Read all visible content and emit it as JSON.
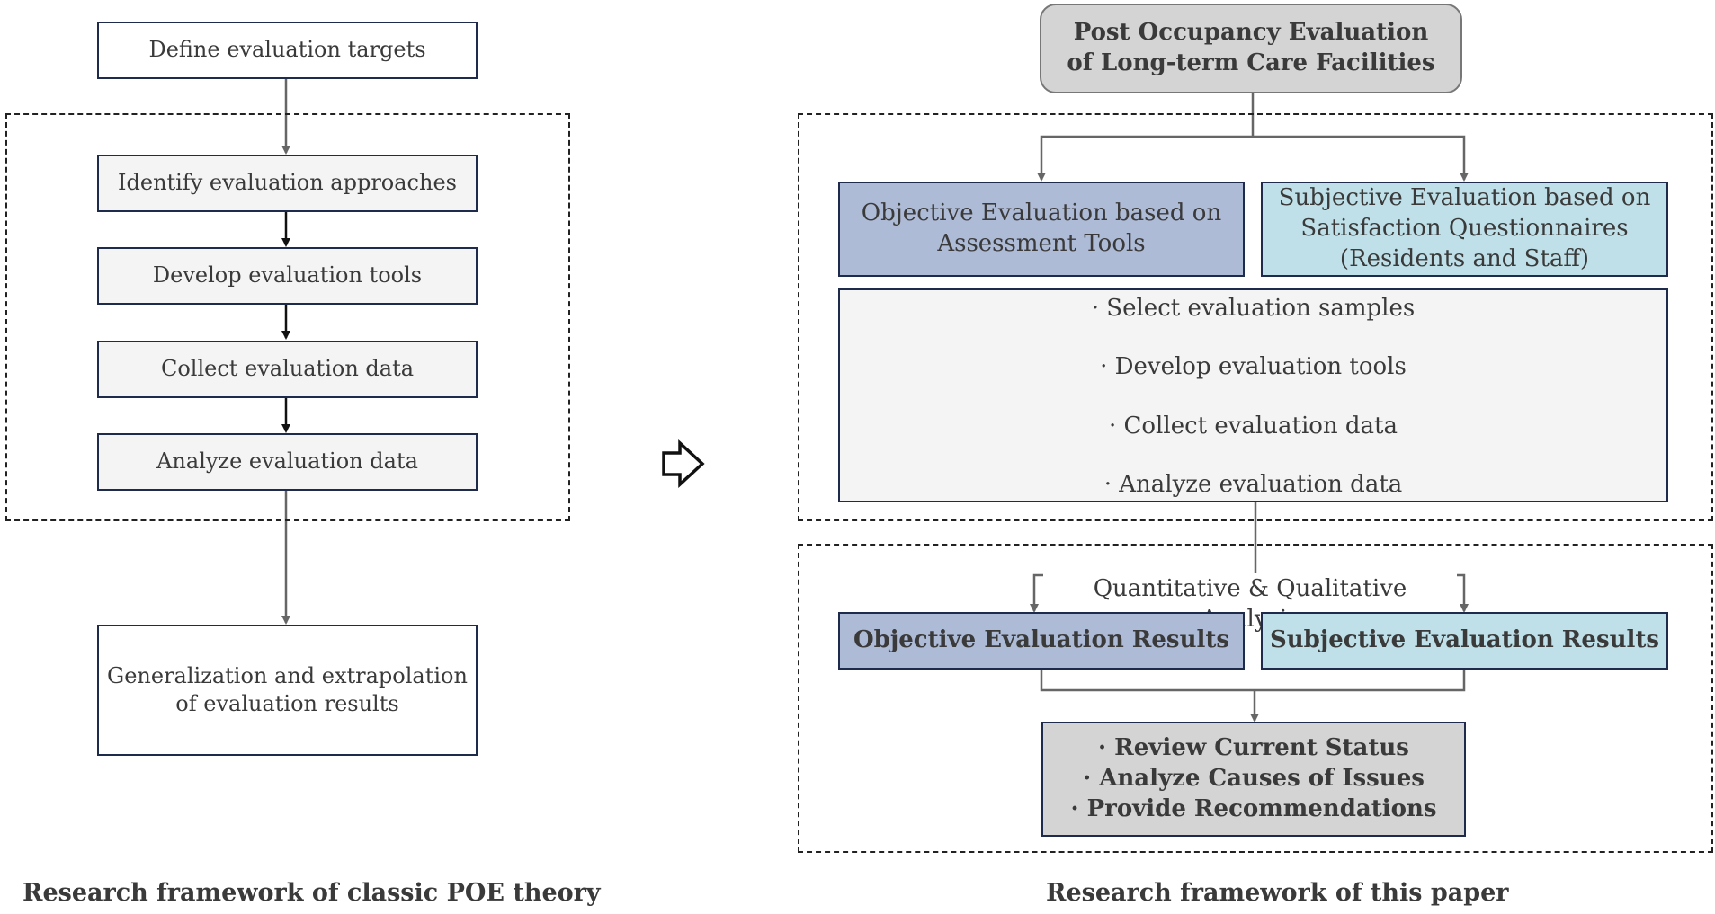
{
  "left": {
    "define": "Define evaluation targets",
    "steps": [
      "Identify evaluation approaches",
      "Develop evaluation tools",
      "Collect evaluation data",
      "Analyze evaluation data"
    ],
    "general_line1": "Generalization and extrapolation",
    "general_line2": "of evaluation results",
    "caption": "Research framework of classic POE theory"
  },
  "right": {
    "top_line1": "Post Occupancy Evaluation",
    "top_line2": "of Long-term Care Facilities",
    "objective_line1": "Objective Evaluation based on",
    "objective_line2": "Assessment Tools",
    "subjective_line1": "Subjective Evaluation based on",
    "subjective_line2": "Satisfaction Questionnaires",
    "subjective_line3": "(Residents and Staff)",
    "process": [
      "· Select evaluation samples",
      "· Develop evaluation tools",
      "· Collect evaluation data",
      "· Analyze evaluation data"
    ],
    "analysis_label": "Quantitative & Qualitative Analysis",
    "obj_results": "Objective Evaluation Results",
    "subj_results": "Subjective Evaluation Results",
    "outcomes": [
      "· Review Current Status",
      "· Analyze Causes of Issues",
      "· Provide Recommendations"
    ],
    "caption": "Research framework of this paper"
  }
}
